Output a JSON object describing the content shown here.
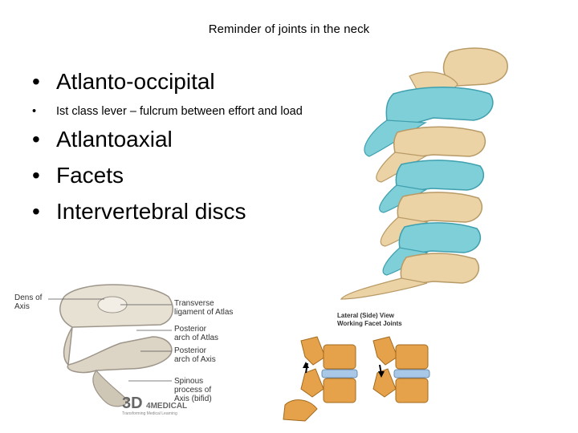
{
  "slide": {
    "title": "Reminder of joints in the neck",
    "bullets": [
      {
        "marker": "•",
        "text": "Atlanto-occipital"
      },
      {
        "marker": "•",
        "text": "Ist class lever – fulcrum between effort and load"
      },
      {
        "marker": "•",
        "text": "Atlantoaxial"
      },
      {
        "marker": "•",
        "text": "Facets"
      },
      {
        "marker": "•",
        "text": "Intervertebral discs"
      }
    ]
  },
  "c1c2_figure": {
    "labels": {
      "dens": "Dens of\nAxis",
      "transverse": "Transverse\nligament of Atlas",
      "posterior_atlas": "Posterior\narch of Atlas",
      "posterior_axis": "Posterior\narch of Axis",
      "spinous": "Spinous\nprocess of\nAxis (bifid)"
    },
    "logo_mark": "3D",
    "logo_brand": "4MEDICAL",
    "logo_tagline": "Transforming Medical Learning"
  },
  "facet_figure": {
    "title_line1": "Lateral (Side) View",
    "title_line2": "Working Facet Joints"
  },
  "colors": {
    "bone": "#EBD3A6",
    "bone_shadow": "#B89A66",
    "cyan_bone": "#7FCFD9",
    "cyan_shadow": "#3E9FAE",
    "facet_orange": "#E6A24A",
    "facet_disc": "#A9C7E6"
  }
}
